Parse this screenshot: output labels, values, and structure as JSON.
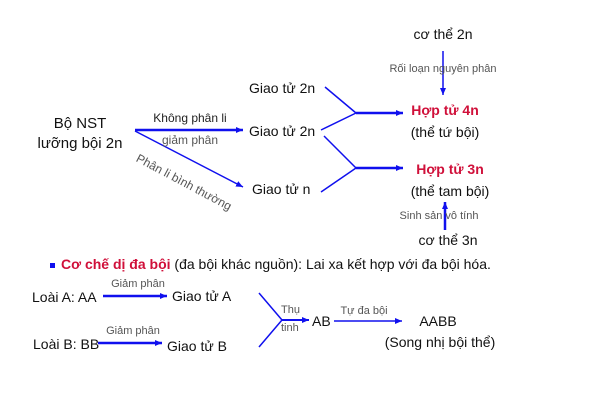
{
  "colors": {
    "arrow": "#1010ee",
    "highlight": "#d0103a",
    "note": "#555555"
  },
  "autopolyploid": {
    "source": [
      "Bộ NST",
      "lưỡng bội 2n"
    ],
    "arrow_top_label": "Không phân li",
    "arrow_bottom_label": "giảm phân",
    "diagonal_label": "Phân li bình thường",
    "gamete_2n_a": "Giao tử 2n",
    "gamete_2n_b": "Giao tử 2n",
    "gamete_n": "Giao tử n",
    "body_2n": "cơ thể 2n",
    "mitosis_label": "Rối loạn nguyên phân",
    "zygote_4n": "Hợp tử 4n",
    "zygote_4n_desc": "(thể tứ bội)",
    "zygote_3n": "Hợp tử 3n",
    "zygote_3n_desc": "(thể tam bội)",
    "asexual_label": "Sinh sản vô tính",
    "body_3n": "cơ thể 3n"
  },
  "allopolyploid": {
    "heading": "Cơ chế dị đa bội",
    "heading_rest": " (đa bội khác nguồn): Lai xa kết hợp với đa bội hóa.",
    "species_a": "Loài A: AA",
    "species_b": "Loài B: BB",
    "meiosis_a": "Giảm phân",
    "meiosis_b": "Giảm phân",
    "gamete_a": "Giao tử A",
    "gamete_b": "Giao tử B",
    "fert_1": "Thụ",
    "fert_2": "tinh",
    "hybrid": "AB",
    "doubling": "Tự đa bội",
    "result": "AABB",
    "result_desc": "(Song nhị bội thể)"
  }
}
